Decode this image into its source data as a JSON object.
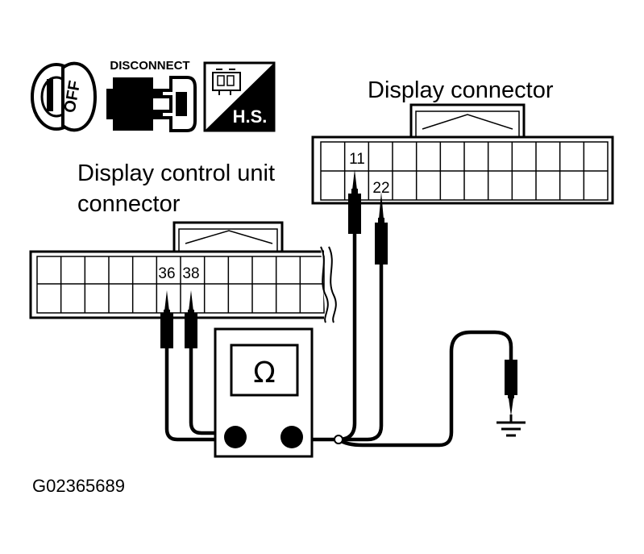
{
  "labels": {
    "display_connector": "Display connector",
    "dcu_line1": "Display control unit",
    "dcu_line2": "connector",
    "figure_code": "G02365689"
  },
  "pins": {
    "dcu_a": "36",
    "dcu_b": "38",
    "disp_a": "11",
    "disp_b": "22"
  },
  "meter": {
    "symbol": "Ω"
  },
  "icons": {
    "ignition": {
      "name": "ignition-off-icon",
      "text": "OFF"
    },
    "disconnect": {
      "name": "disconnect-icon",
      "text": "DISCONNECT"
    },
    "harness": {
      "name": "harness-side-icon",
      "text": "H.S."
    }
  },
  "colors": {
    "ink": "#000000",
    "paper": "#ffffff"
  }
}
